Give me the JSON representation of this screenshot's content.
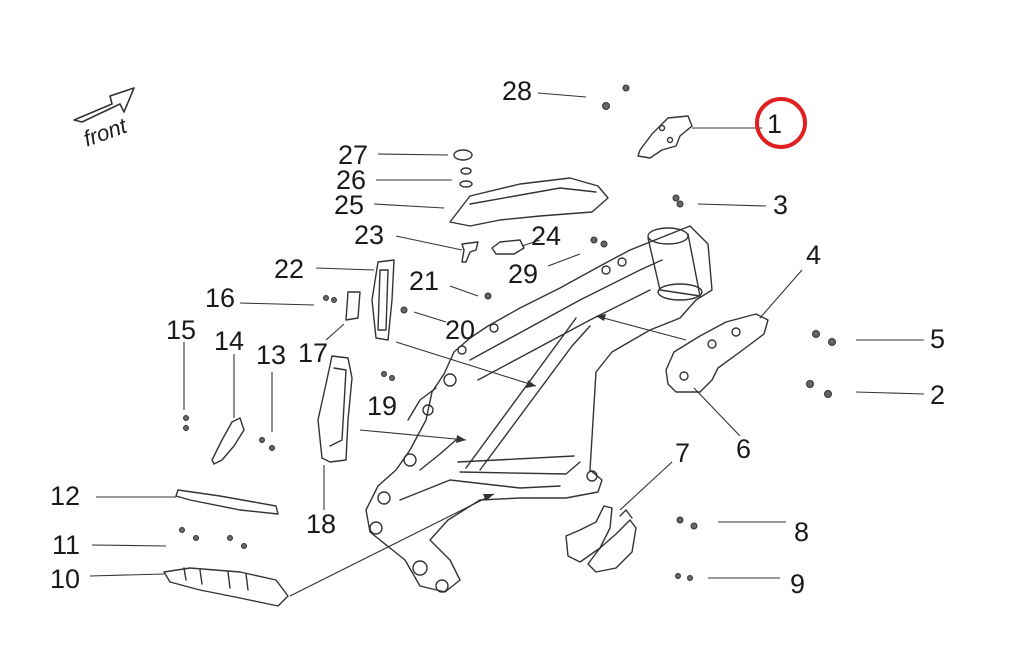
{
  "front_label": "front",
  "highlight_color": "#e02020",
  "callouts": {
    "c1": "1",
    "c2": "2",
    "c3": "3",
    "c4": "4",
    "c5": "5",
    "c6": "6",
    "c7": "7",
    "c8": "8",
    "c9": "9",
    "c10": "10",
    "c11": "11",
    "c12": "12",
    "c13": "13",
    "c14": "14",
    "c15": "15",
    "c16": "16",
    "c17": "17",
    "c18": "18",
    "c19": "19",
    "c20": "20",
    "c21": "21",
    "c22": "22",
    "c23": "23",
    "c24": "24",
    "c25": "25",
    "c26": "26",
    "c27": "27",
    "c28": "28",
    "c29": "29"
  }
}
